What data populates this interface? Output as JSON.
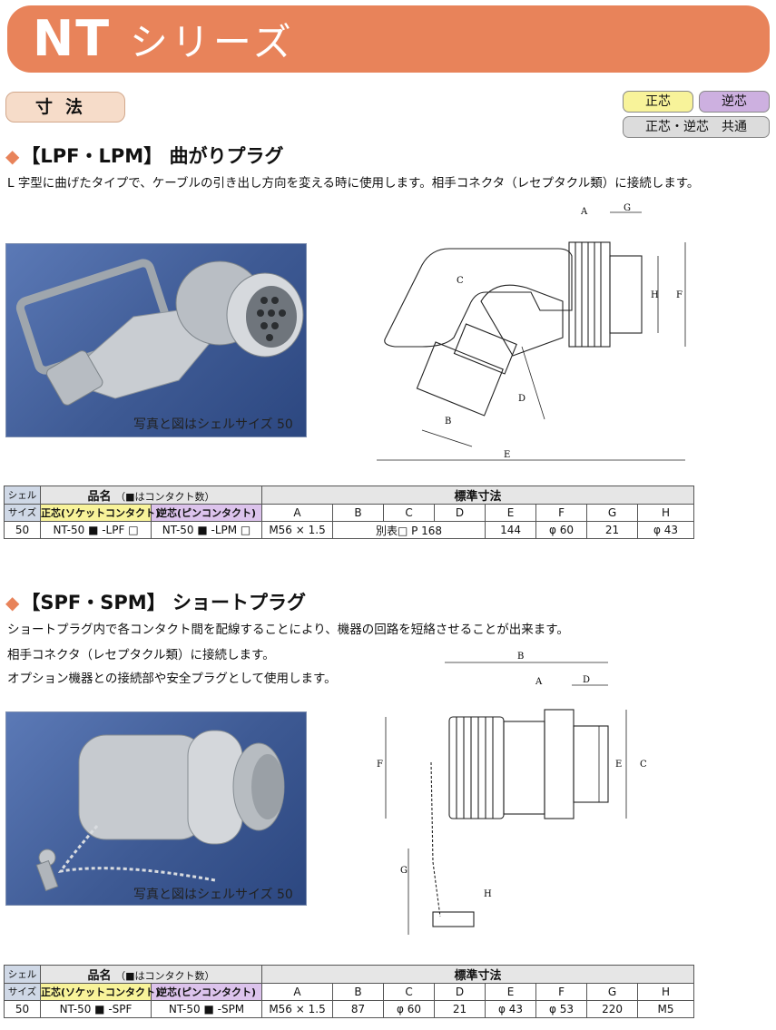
{
  "header": {
    "series_code": "NT",
    "series_suffix": "シリーズ",
    "section_tab": "寸法",
    "badge_normal": "正芯",
    "badge_reverse": "逆芯",
    "badge_common": "正芯・逆芯　共通"
  },
  "section1": {
    "heading": "【LPF・LPM】 曲がりプラグ",
    "description": "L 字型に曲げたタイプで、ケーブルの引き出し方向を変える時に使用します。相手コネクタ（レセプタクル類）に接続します。",
    "photo_caption": "写真と図はシェルサイズ 50",
    "drawing_labels": [
      "A",
      "G",
      "C",
      "H",
      "F",
      "D",
      "B",
      "E"
    ],
    "table": {
      "shell_header": [
        "シェル",
        "サイズ"
      ],
      "name_header": "品名",
      "name_note": "（■はコンタクト数）",
      "normal_header": "正芯(ソケットコンタクト)",
      "reverse_header": "逆芯(ピンコンタクト)",
      "dims_header": "標準寸法",
      "columns": [
        "A",
        "B",
        "C",
        "D",
        "E",
        "F",
        "G",
        "H"
      ],
      "row": {
        "size": "50",
        "normal": "NT-50 ■ -LPF □",
        "reverse": "NT-50 ■ -LPM □",
        "A": "M56 × 1.5",
        "BCD": "別表□ P 168",
        "E": "144",
        "F": "φ 60",
        "G": "21",
        "H": "φ 43"
      }
    }
  },
  "section2": {
    "heading": "【SPF・SPM】 ショートプラグ",
    "description_lines": [
      "ショートプラグ内で各コンタクト間を配線することにより、機器の回路を短絡させることが出来ます。",
      "相手コネクタ（レセプタクル類）に接続します。",
      "オプション機器との接続部や安全プラグとして使用します。"
    ],
    "photo_caption": "写真と図はシェルサイズ 50",
    "drawing_labels": [
      "B",
      "A",
      "D",
      "F",
      "E",
      "C",
      "G",
      "H"
    ],
    "table": {
      "shell_header": [
        "シェル",
        "サイズ"
      ],
      "name_header": "品名",
      "name_note": "（■はコンタクト数）",
      "normal_header": "正芯(ソケットコンタクト)",
      "reverse_header": "逆芯(ピンコンタクト)",
      "dims_header": "標準寸法",
      "columns": [
        "A",
        "B",
        "C",
        "D",
        "E",
        "F",
        "G",
        "H"
      ],
      "row": {
        "size": "50",
        "normal": "NT-50 ■ -SPF",
        "reverse": "NT-50 ■ -SPM",
        "A": "M56 × 1.5",
        "B": "87",
        "C": "φ 60",
        "D": "21",
        "E": "φ 43",
        "F": "φ 53",
        "G": "220",
        "H": "M5"
      }
    }
  },
  "colors": {
    "banner": "#e8835a",
    "normal": "#f8f39a",
    "reverse": "#cdb0e0",
    "photo_bg": "#4a67a4"
  }
}
